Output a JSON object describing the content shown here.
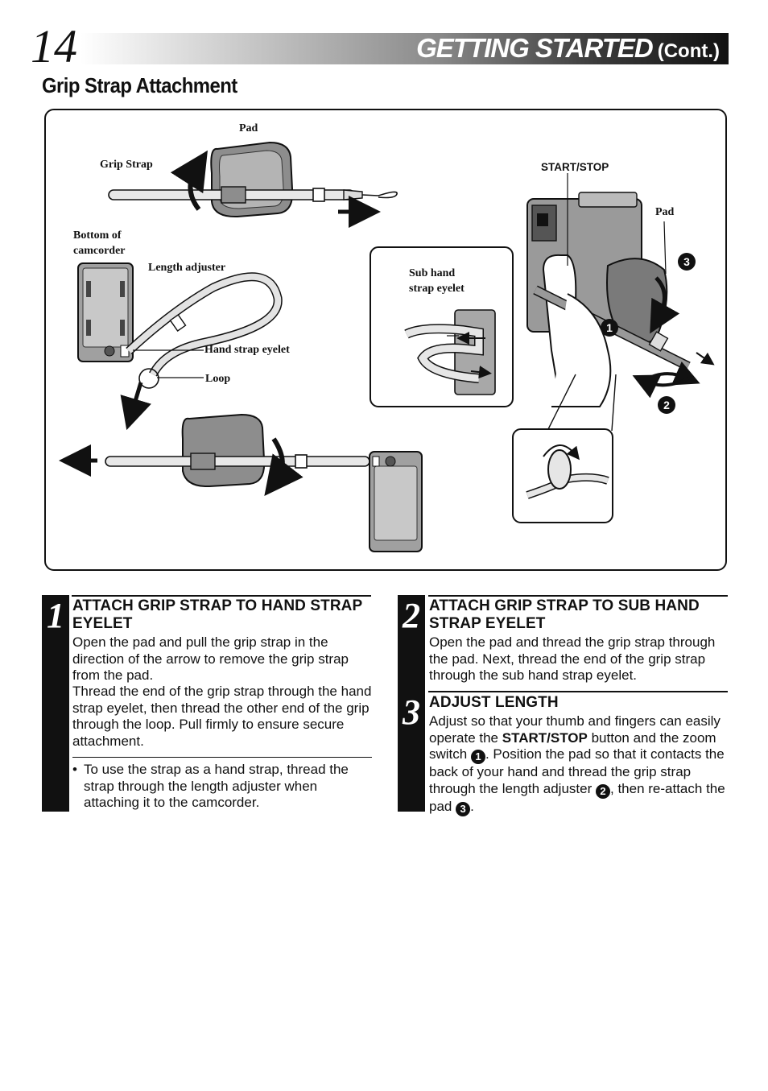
{
  "header": {
    "page_number": "14",
    "title": "GETTING STARTED",
    "title_suffix": "(Cont.)"
  },
  "section_title": "Grip Strap Attachment",
  "figure": {
    "labels": {
      "pad_top": "Pad",
      "grip_strap": "Grip Strap",
      "bottom_of_camcorder_1": "Bottom of",
      "bottom_of_camcorder_2": "camcorder",
      "length_adjuster": "Length adjuster",
      "hand_strap_eyelet": "Hand strap eyelet",
      "loop": "Loop",
      "sub_hand_1": "Sub hand",
      "sub_hand_2": "strap eyelet",
      "start_stop": "START/STOP",
      "pad_right": "Pad"
    },
    "markers": [
      "1",
      "2",
      "3"
    ]
  },
  "steps": [
    {
      "number": "1",
      "title": "Attach grip strap to hand strap eyelet",
      "paragraphs": [
        "Open the pad and pull the grip strap in the direction of the arrow to remove the grip strap from the pad.",
        "Thread the end of the grip strap through the hand strap eyelet, then thread the other end of the grip through the loop. Pull firmly to ensure secure attachment."
      ],
      "note": "To use the strap as a hand strap, thread the strap through the length adjuster when attaching it to the camcorder."
    },
    {
      "number": "2",
      "title": "Attach grip strap to sub hand strap eyelet",
      "paragraphs": [
        "Open the pad and thread the grip strap through the pad. Next, thread the end of the grip strap through the sub hand strap eyelet."
      ]
    },
    {
      "number": "3",
      "title": "Adjust length",
      "text_parts": {
        "a": "Adjust so that your thumb and fingers can easily operate the",
        "b": "START/STOP",
        "c": "button and the zoom switch",
        "d": ". Position the pad so that it contacts the back of your hand and thread the grip strap through the length adjuster",
        "e": ", then re-attach the pad",
        "f": "."
      },
      "refs": [
        "1",
        "2",
        "3"
      ]
    }
  ]
}
